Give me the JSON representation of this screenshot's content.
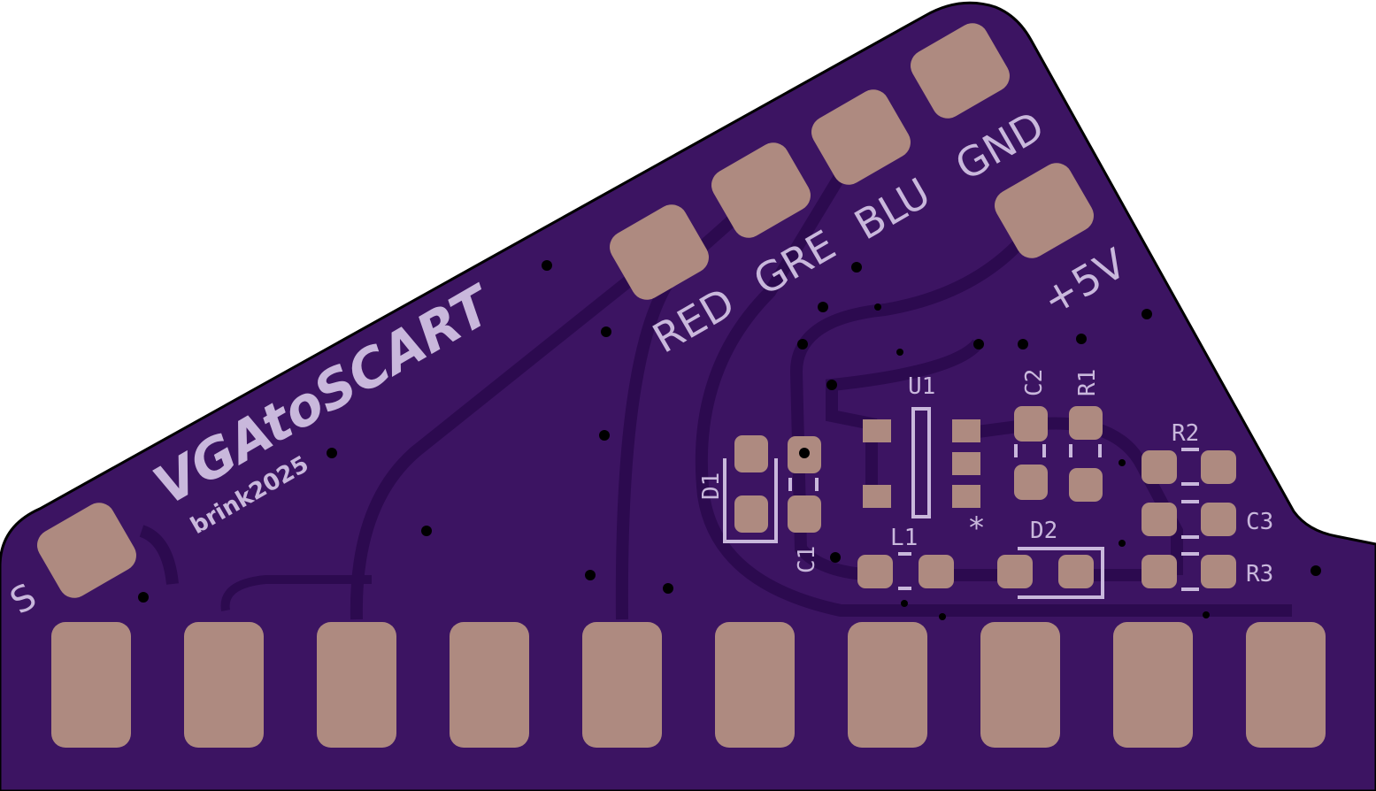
{
  "board": {
    "title": "VGAtoSCART",
    "author": "brink2025",
    "colors": {
      "substrate": "#3c1462",
      "copper": "#2c0a4f",
      "pad": "#ae8a80",
      "silkscreen": "#c9b8dc"
    }
  },
  "labels": {
    "sync": "S",
    "red": "RED",
    "green": "GRE",
    "blue": "BLU",
    "ground": "GND",
    "power": "+5V",
    "pin1_marker": "*"
  },
  "components": {
    "u1": "U1",
    "c1": "C1",
    "c2": "C2",
    "c3": "C3",
    "r1": "R1",
    "r2": "R2",
    "r3": "R3",
    "d1": "D1",
    "d2": "D2",
    "l1": "L1"
  }
}
